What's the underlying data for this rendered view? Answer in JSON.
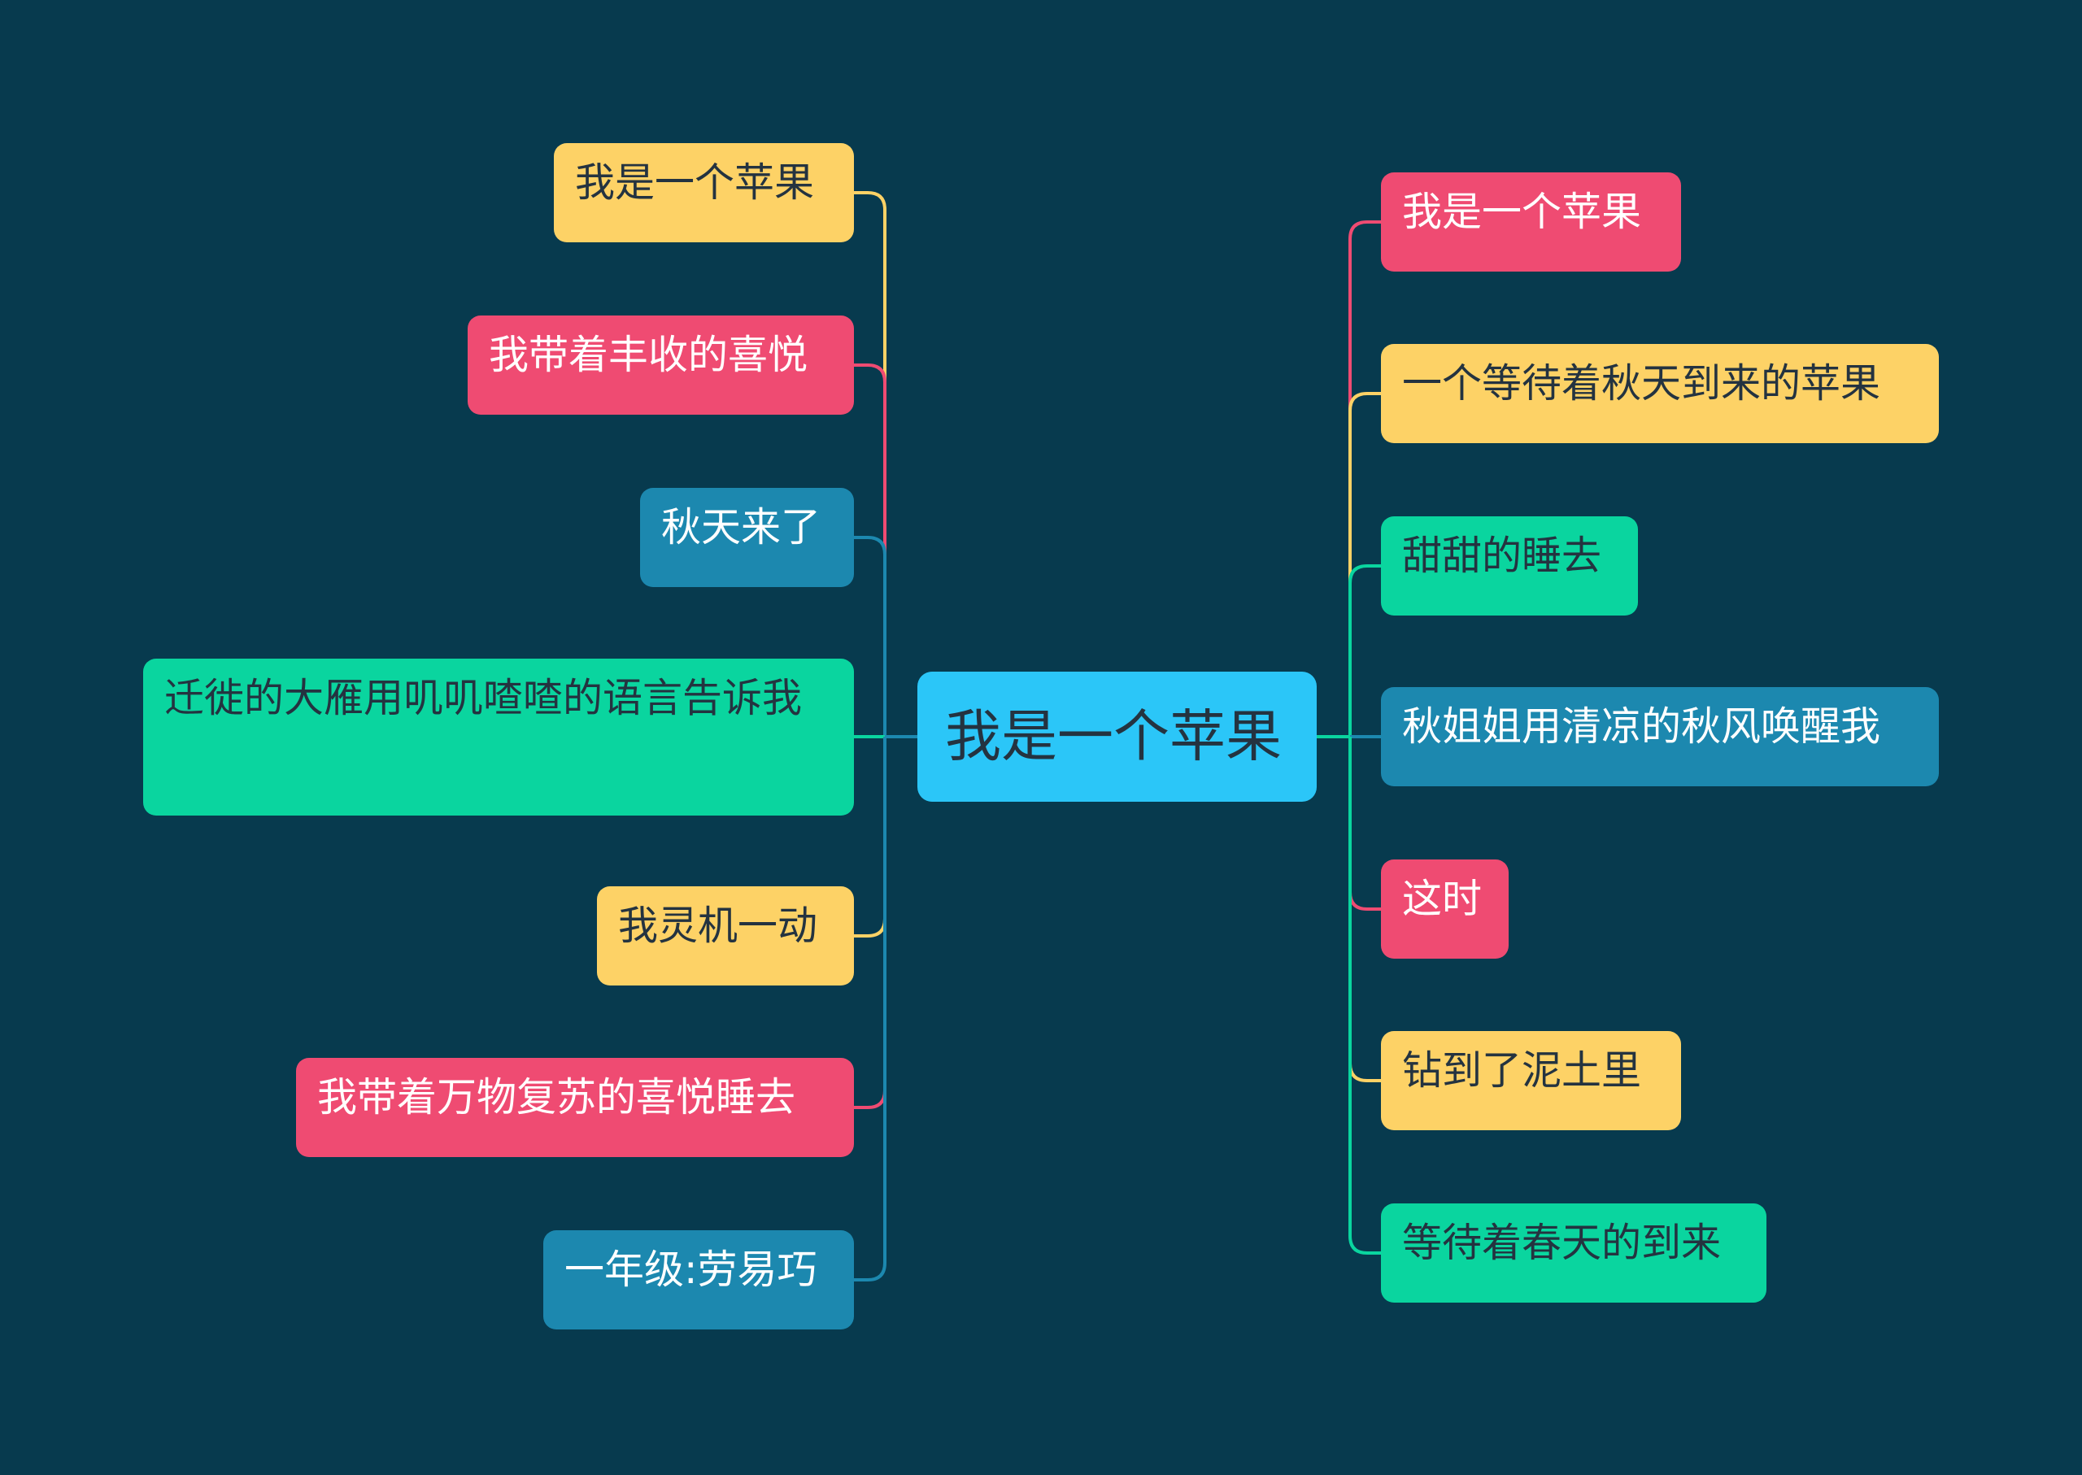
{
  "mindmap": {
    "root": {
      "label": "我是一个苹果"
    },
    "left": [
      {
        "label": "我是一个苹果",
        "color": "#fdd266"
      },
      {
        "label": "我带着丰收的喜悦",
        "color": "#ef4b72"
      },
      {
        "label": "秋天来了",
        "color": "#1c88af"
      },
      {
        "label": "迁徙的大雁用叽叽喳喳的语言告诉我",
        "color": "#0ad59f"
      },
      {
        "label": "我灵机一动",
        "color": "#fdd266"
      },
      {
        "label": "我带着万物复苏的喜悦睡去",
        "color": "#ef4b72"
      },
      {
        "label": "一年级:劳易巧",
        "color": "#1c88af"
      }
    ],
    "right": [
      {
        "label": "我是一个苹果",
        "color": "#ef4b72"
      },
      {
        "label": "一个等待着秋天到来的苹果",
        "color": "#fdd266"
      },
      {
        "label": "甜甜的睡去",
        "color": "#0ad59f"
      },
      {
        "label": "秋姐姐用清凉的秋风唤醒我",
        "color": "#1c88af"
      },
      {
        "label": "这时",
        "color": "#ef4b72"
      },
      {
        "label": "钻到了泥土里",
        "color": "#fdd266"
      },
      {
        "label": "等待着春天的到来",
        "color": "#0ad59f"
      }
    ]
  },
  "colors": {
    "background": "#073a4e",
    "yellow": "#fdd266",
    "red": "#ef4b72",
    "blue": "#1c88af",
    "green": "#0ad59f",
    "root": "#2bc6f8"
  }
}
